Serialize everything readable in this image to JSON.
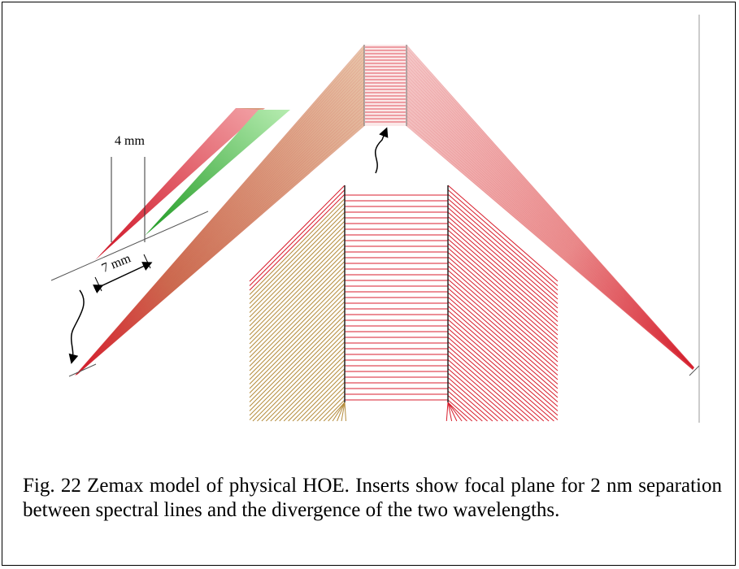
{
  "figure": {
    "labels": {
      "dim_4mm": "4 mm",
      "dim_7mm": "7 mm"
    },
    "colors": {
      "red": "#d81d2c",
      "red_light": "#ef9a9a",
      "green": "#34c22a",
      "tan": "#b48c3c",
      "lines": "#6e6e6e"
    }
  },
  "caption": {
    "text": "Fig. 22  Zemax model of physical HOE. Inserts show focal plane for 2 nm separation between spectral lines and the divergence of the two wavelengths."
  }
}
